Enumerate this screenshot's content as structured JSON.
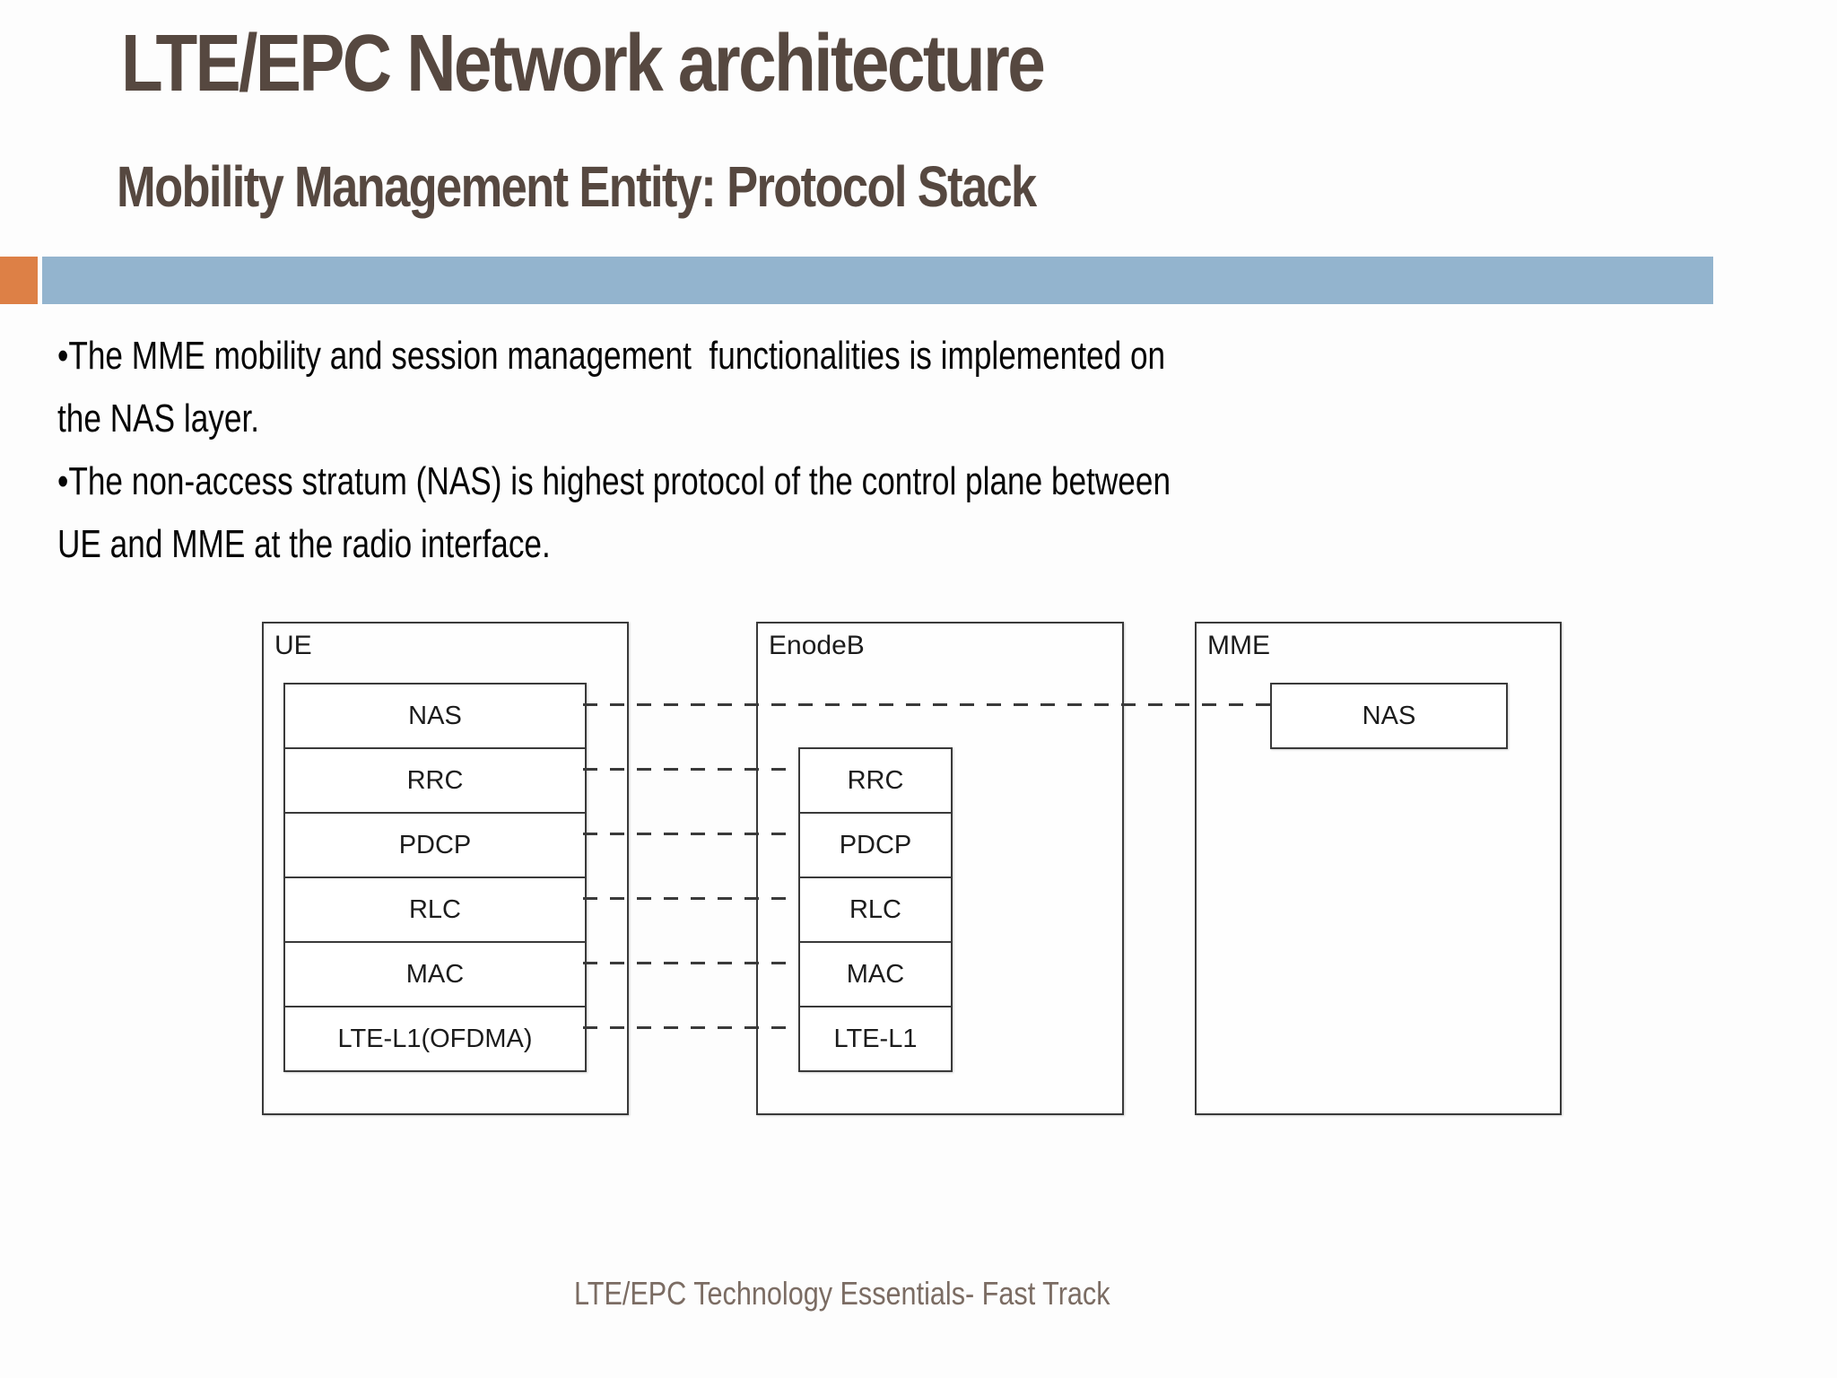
{
  "slide": {
    "title": "LTE/EPC Network architecture",
    "subtitle": "Mobility Management Entity: Protocol Stack",
    "footer": "LTE/EPC Technology Essentials- Fast Track",
    "colors": {
      "accent_orange": "#DD8046",
      "accent_blue": "#93B4CE",
      "heading_text": "#564840",
      "footer_text": "#7B6C63",
      "body_text": "#060606",
      "diagram_line": "#3A3A3A"
    },
    "bullets": [
      {
        "line1": "•The MME mobility and session management  functionalities is implemented on",
        "line2": "the NAS layer."
      },
      {
        "line1": "•The non-access stratum (NAS) is highest protocol of the control plane between",
        "line2": "UE and MME at the radio interface."
      }
    ]
  },
  "diagram": {
    "nodes": [
      {
        "label": "UE",
        "layers": [
          "NAS",
          "RRC",
          "PDCP",
          "RLC",
          "MAC",
          "LTE-L1(OFDMA)"
        ]
      },
      {
        "label": "EnodeB",
        "layers": [
          "RRC",
          "PDCP",
          "RLC",
          "MAC",
          "LTE-L1"
        ]
      },
      {
        "label": "MME",
        "layers": [
          "NAS"
        ]
      }
    ],
    "connections": [
      {
        "from": "UE.NAS",
        "to": "MME.NAS",
        "style": "dashed"
      },
      {
        "from": "UE.RRC",
        "to": "EnodeB.RRC",
        "style": "dashed"
      },
      {
        "from": "UE.PDCP",
        "to": "EnodeB.PDCP",
        "style": "dashed"
      },
      {
        "from": "UE.RLC",
        "to": "EnodeB.RLC",
        "style": "dashed"
      },
      {
        "from": "UE.MAC",
        "to": "EnodeB.MAC",
        "style": "dashed"
      },
      {
        "from": "UE.LTE-L1",
        "to": "EnodeB.LTE-L1",
        "style": "dashed"
      }
    ]
  }
}
